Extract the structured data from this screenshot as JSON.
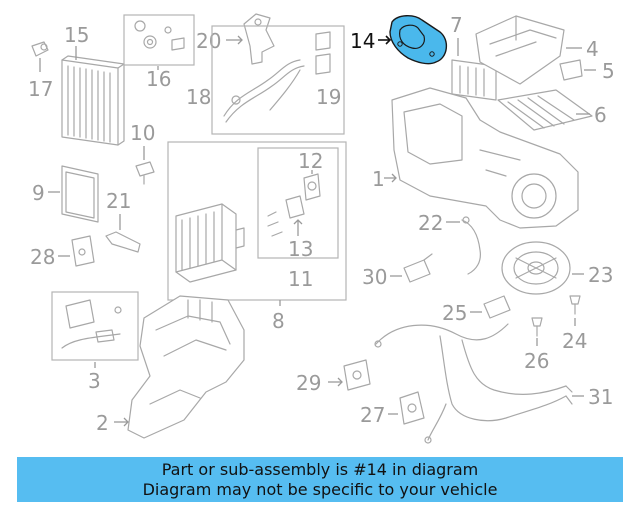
{
  "highlight_color": "#4ab8ec",
  "banner": {
    "background": "#56bdf1",
    "line1": "Part or sub-assembly is #14 in diagram",
    "line2": "Diagram may not be specific to your vehicle"
  },
  "callouts": {
    "c1": "1",
    "c2": "2",
    "c3": "3",
    "c4": "4",
    "c5": "5",
    "c6": "6",
    "c7": "7",
    "c8": "8",
    "c9": "9",
    "c10": "10",
    "c11": "11",
    "c12": "12",
    "c13": "13",
    "c14": "14",
    "c15": "15",
    "c16": "16",
    "c17": "17",
    "c18": "18",
    "c19": "19",
    "c20": "20",
    "c21": "21",
    "c22": "22",
    "c23": "23",
    "c24": "24",
    "c25": "25",
    "c26": "26",
    "c27": "27",
    "c28": "28",
    "c29": "29",
    "c30": "30",
    "c31": "31"
  },
  "highlighted_part": "14"
}
